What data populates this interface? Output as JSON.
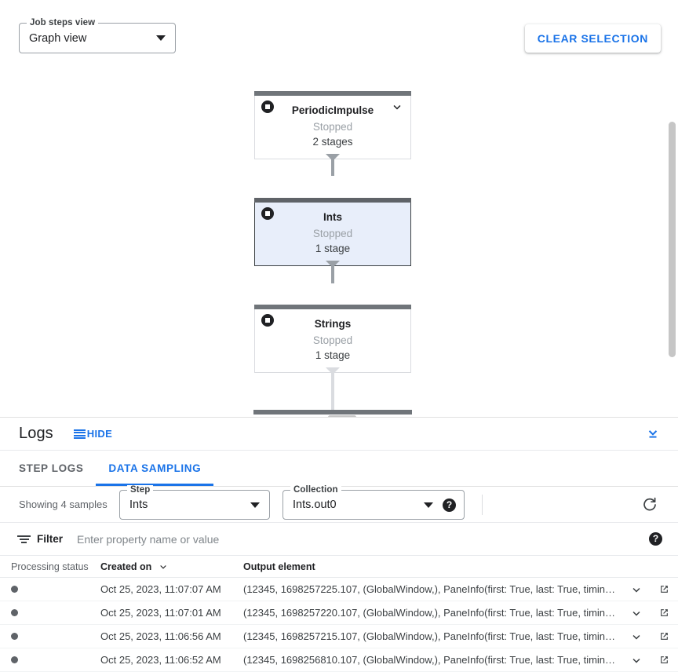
{
  "toolbar": {
    "job_steps_view_legend": "Job steps view",
    "job_steps_view_value": "Graph view",
    "clear_selection_label": "CLEAR SELECTION"
  },
  "graph": {
    "nodes": [
      {
        "title": "PeriodicImpulse",
        "status": "Stopped",
        "stages": "2 stages",
        "selected": false,
        "has_chevron": true
      },
      {
        "title": "Ints",
        "status": "Stopped",
        "stages": "1 stage",
        "selected": true,
        "has_chevron": false
      },
      {
        "title": "Strings",
        "status": "Stopped",
        "stages": "1 stage",
        "selected": false,
        "has_chevron": false
      }
    ],
    "icons": {
      "node_state": "stop-icon",
      "expand": "chevron-down-icon"
    }
  },
  "logs": {
    "title": "Logs",
    "hide_label": "HIDE",
    "collapse_icon": "collapse-panel-icon",
    "tabs": [
      {
        "label": "STEP LOGS",
        "active": false
      },
      {
        "label": "DATA SAMPLING",
        "active": true
      }
    ]
  },
  "sampling": {
    "showing_text": "Showing 4 samples",
    "step_legend": "Step",
    "step_value": "Ints",
    "collection_legend": "Collection",
    "collection_value": "Ints.out0",
    "help_glyph": "?",
    "refresh_icon": "refresh-icon"
  },
  "filter": {
    "label": "Filter",
    "placeholder": "Enter property name or value",
    "value": "",
    "help_glyph": "?"
  },
  "table": {
    "columns": [
      "Processing status",
      "Created on",
      "Output element"
    ],
    "sort_column": "Created on",
    "sort_direction": "descending",
    "rows": [
      {
        "status": "processed",
        "created_on": "Oct 25, 2023, 11:07:07 AM",
        "output_element": "(12345, 1698257225.107, (GlobalWindow,), PaneInfo(first: True, last: True, timing…"
      },
      {
        "status": "processed",
        "created_on": "Oct 25, 2023, 11:07:01 AM",
        "output_element": "(12345, 1698257220.107, (GlobalWindow,), PaneInfo(first: True, last: True, timing…"
      },
      {
        "status": "processed",
        "created_on": "Oct 25, 2023, 11:06:56 AM",
        "output_element": "(12345, 1698257215.107, (GlobalWindow,), PaneInfo(first: True, last: True, timing…"
      },
      {
        "status": "processed",
        "created_on": "Oct 25, 2023, 11:06:52 AM",
        "output_element": "(12345, 1698256810.107, (GlobalWindow,), PaneInfo(first: True, last: True, timing…"
      }
    ],
    "row_icons": {
      "expand": "chevron-down-icon",
      "open": "open-in-new-icon"
    }
  },
  "colors": {
    "accent": "#1a73e8",
    "node_bar": "#70757a",
    "selected_node_bg": "#e8eefa",
    "status_dot": "#5f6368"
  }
}
